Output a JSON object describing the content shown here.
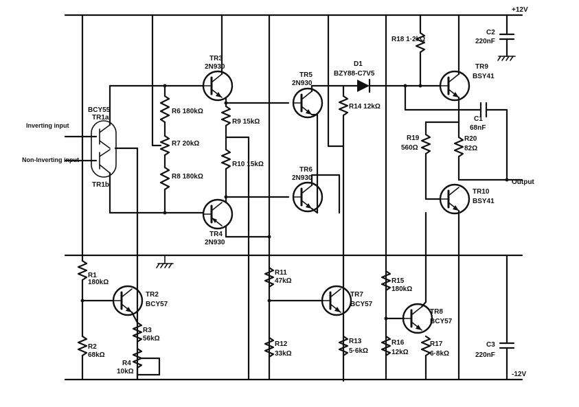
{
  "rails": {
    "positive": "+12V",
    "negative": "-12V"
  },
  "terminals": {
    "inverting": "Inverting input",
    "non_inverting": "Non-Inverting input",
    "output": "Output"
  },
  "transistors": [
    {
      "id": "TR1a",
      "name": "TR1a",
      "type": "BCY55"
    },
    {
      "id": "TR1b",
      "name": "TR1b",
      "type": ""
    },
    {
      "id": "TR2",
      "name": "TR2",
      "type": "BCY57"
    },
    {
      "id": "TR3",
      "name": "TR3",
      "type": "2N930"
    },
    {
      "id": "TR4",
      "name": "TR4",
      "type": "2N930"
    },
    {
      "id": "TR5",
      "name": "TR5",
      "type": "2N930"
    },
    {
      "id": "TR6",
      "name": "TR6",
      "type": "2N930"
    },
    {
      "id": "TR7",
      "name": "TR7",
      "type": "BCY57"
    },
    {
      "id": "TR8",
      "name": "TR8",
      "type": "BCY57"
    },
    {
      "id": "TR9",
      "name": "TR9",
      "type": "BSY41"
    },
    {
      "id": "TR10",
      "name": "TR10",
      "type": "BSY41"
    }
  ],
  "resistors": [
    {
      "id": "R1",
      "name": "R1",
      "value": "180kΩ"
    },
    {
      "id": "R2",
      "name": "R2",
      "value": "68kΩ"
    },
    {
      "id": "R3",
      "name": "R3",
      "value": "56kΩ"
    },
    {
      "id": "R4",
      "name": "R4",
      "value": "10kΩ"
    },
    {
      "id": "R6",
      "name": "R6",
      "value": "180kΩ"
    },
    {
      "id": "R7",
      "name": "R7",
      "value": "20kΩ"
    },
    {
      "id": "R8",
      "name": "R8",
      "value": "180kΩ"
    },
    {
      "id": "R9",
      "name": "R9",
      "value": "15kΩ"
    },
    {
      "id": "R10",
      "name": "R10",
      "value": "15kΩ"
    },
    {
      "id": "R11",
      "name": "R11",
      "value": "47kΩ"
    },
    {
      "id": "R12",
      "name": "R12",
      "value": "33kΩ"
    },
    {
      "id": "R13",
      "name": "R13",
      "value": "5·6kΩ"
    },
    {
      "id": "R14",
      "name": "R14",
      "value": "12kΩ"
    },
    {
      "id": "R15",
      "name": "R15",
      "value": "180kΩ"
    },
    {
      "id": "R16",
      "name": "R16",
      "value": "12kΩ"
    },
    {
      "id": "R17",
      "name": "R17",
      "value": "6·8kΩ"
    },
    {
      "id": "R18",
      "name": "R18",
      "value": "1·2kΩ"
    },
    {
      "id": "R19",
      "name": "R19",
      "value": "560Ω"
    },
    {
      "id": "R20",
      "name": "R20",
      "value": "82Ω"
    }
  ],
  "capacitors": [
    {
      "id": "C1",
      "name": "C1",
      "value": "68nF"
    },
    {
      "id": "C2",
      "name": "C2",
      "value": "220nF"
    },
    {
      "id": "C3",
      "name": "C3",
      "value": "220nF"
    }
  ],
  "diode": {
    "name": "D1",
    "type": "BZY88-C7V5"
  }
}
